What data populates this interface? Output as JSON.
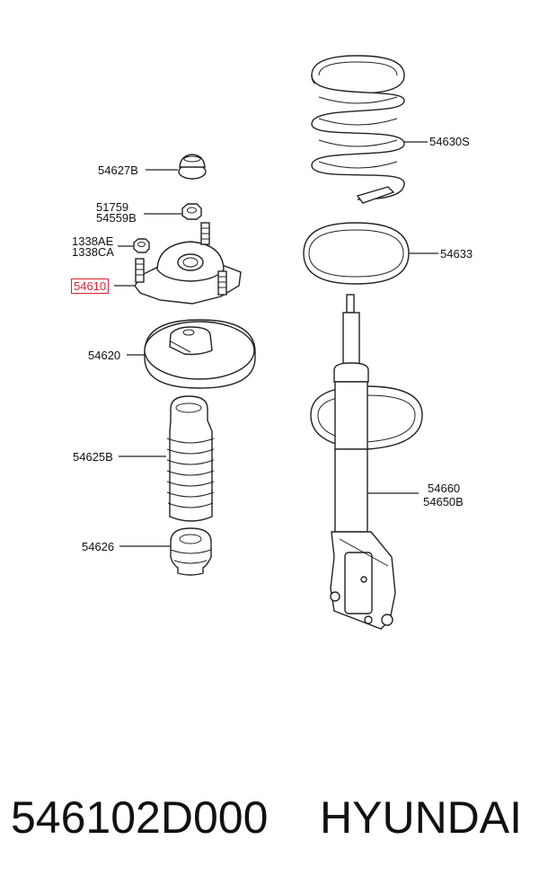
{
  "parts": {
    "p54627B": "54627B",
    "p51759": "51759",
    "p54559B": "54559B",
    "p1338AE": "1338AE",
    "p1338CA": "1338CA",
    "p54610": "54610",
    "p54620": "54620",
    "p54625B": "54625B",
    "p54626": "54626",
    "p54630S": "54630S",
    "p54633": "54633",
    "p54660": "54660",
    "p54650B": "54650B"
  },
  "footer": {
    "part_number": "546102D000",
    "brand": "HYUNDAI"
  },
  "colors": {
    "highlight": "#e0202a",
    "line": "#222222",
    "background": "#ffffff"
  }
}
